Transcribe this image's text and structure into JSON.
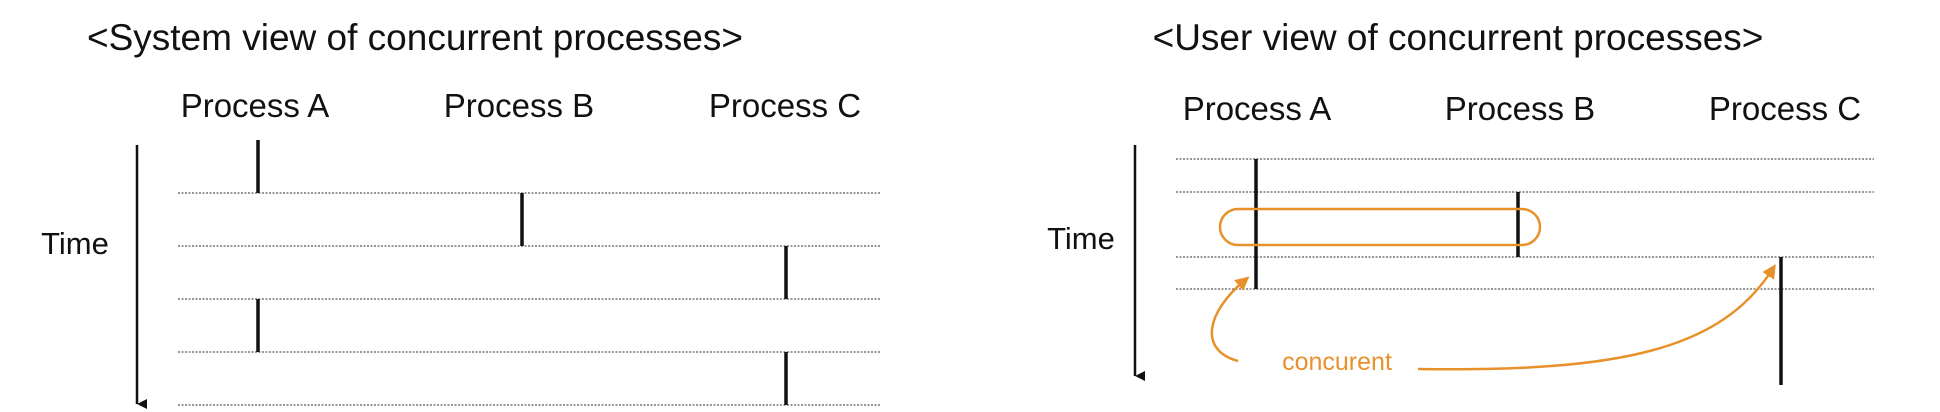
{
  "left_diagram": {
    "title": "<System view of concurrent processes>",
    "processes": [
      "Process A",
      "Process B",
      "Process C"
    ],
    "axis_label": "Time"
  },
  "right_diagram": {
    "title": "<User view of concurrent processes>",
    "processes": [
      "Process A",
      "Process B",
      "Process C"
    ],
    "axis_label": "Time",
    "annotation": "concurent"
  },
  "colors": {
    "text": "#111111",
    "gridline": "#777777",
    "highlight": "#e8902a"
  }
}
